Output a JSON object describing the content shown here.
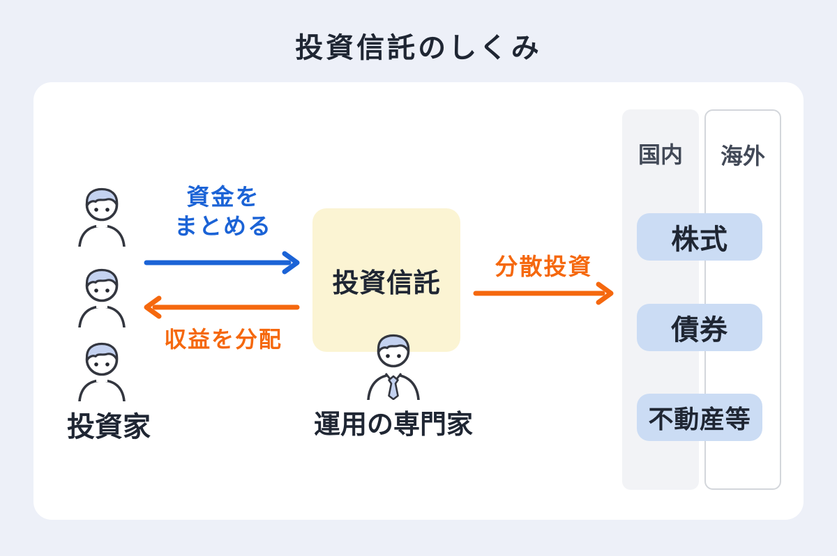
{
  "title": "投資信託のしくみ",
  "colors": {
    "background": "#edf0f8",
    "card": "#ffffff",
    "dark_text": "#1f2633",
    "blue_accent": "#1b63d6",
    "orange_accent": "#f5680e",
    "fund_box_fill": "#fbf4d3",
    "asset_pill_fill": "#cbdcf4",
    "domestic_column_fill": "#f2f3f6",
    "overseas_column_border": "#d3d6db",
    "person_hair_fill": "#c4d2f0",
    "outline": "#33363f",
    "column_header_text": "#424957"
  },
  "investors": {
    "label": "投資家",
    "icon_count": 3
  },
  "flows": {
    "gather": {
      "line1": "資金を",
      "line2": "まとめる",
      "direction": "right",
      "color": "#1b63d6"
    },
    "distribute": {
      "label": "収益を分配",
      "direction": "left",
      "color": "#f5680e"
    },
    "diversify": {
      "label": "分散投資",
      "direction": "right",
      "color": "#f5680e"
    }
  },
  "fund": {
    "label": "投資信託"
  },
  "manager": {
    "label": "運用の専門家"
  },
  "assets": {
    "columns": [
      {
        "label": "国内"
      },
      {
        "label": "海外"
      }
    ],
    "items": [
      {
        "label": "株式"
      },
      {
        "label": "債券"
      },
      {
        "label": "不動産等"
      }
    ]
  }
}
